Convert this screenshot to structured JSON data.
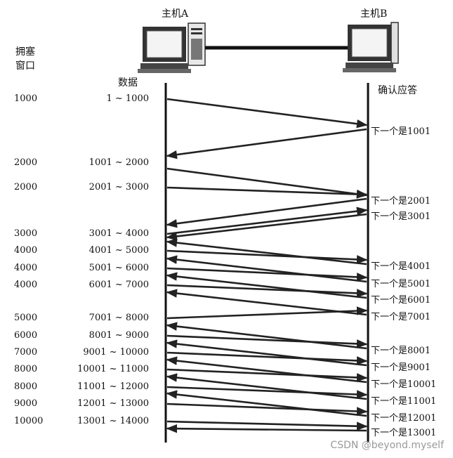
{
  "header": {
    "host_a": "主机A",
    "host_b": "主机B",
    "window_label_line1": "拥塞",
    "window_label_line2": "窗口",
    "data_label": "数据",
    "ack_label": "确认应答"
  },
  "rows": [
    {
      "window": "1000",
      "data": "1 ~ 1000"
    },
    {
      "window": "2000",
      "data": "1001 ~ 2000"
    },
    {
      "window": "2000",
      "data": "2001 ~ 3000"
    },
    {
      "window": "3000",
      "data": "3001 ~ 4000"
    },
    {
      "window": "4000",
      "data": "4001 ~ 5000"
    },
    {
      "window": "4000",
      "data": "5001 ~ 6000"
    },
    {
      "window": "4000",
      "data": "6001 ~ 7000"
    },
    {
      "window": "5000",
      "data": "7001 ~ 8000"
    },
    {
      "window": "6000",
      "data": "8001 ~ 9000"
    },
    {
      "window": "7000",
      "data": "9001 ~ 10000"
    },
    {
      "window": "8000",
      "data": "10001 ~ 11000"
    },
    {
      "window": "8000",
      "data": "11001 ~ 12000"
    },
    {
      "window": "9000",
      "data": "12001 ~ 13000"
    },
    {
      "window": "10000",
      "data": "13001 ~ 14000"
    }
  ],
  "acks": [
    "下一个是1001",
    "下一个是2001",
    "下一个是3001",
    "下一个是4001",
    "下一个是5001",
    "下一个是6001",
    "下一个是7001",
    "下一个是8001",
    "下一个是9001",
    "下一个是10001",
    "下一个是11001",
    "下一个是12001",
    "下一个是13001"
  ],
  "watermark": "CSDN @beyond.myself"
}
